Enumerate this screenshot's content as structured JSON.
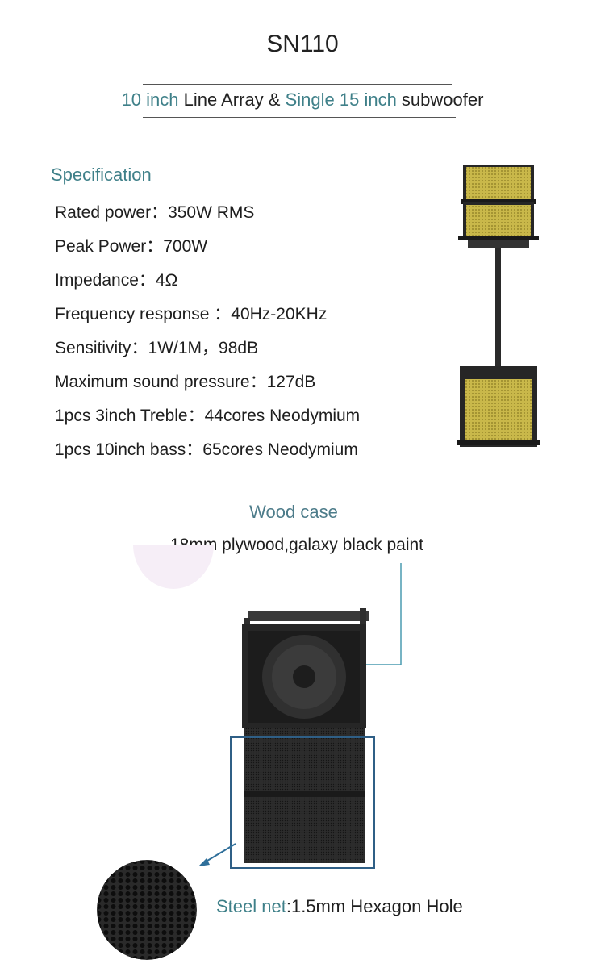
{
  "header": {
    "model": "SN110",
    "subtitle": {
      "part1": "10 inch",
      "part2": " Line Array & ",
      "part3": "Single 15 inch",
      "part4": " subwoofer"
    }
  },
  "specification": {
    "heading": "Specification",
    "items": [
      "Rated power：350W RMS",
      "Peak Power：700W",
      "Impedance：4Ω",
      "Frequency response ：40Hz-20KHz",
      "Sensitivity：1W/1M，98dB",
      "Maximum sound pressure：127dB",
      "1pcs 3inch Treble：44cores Neodymium",
      "1pcs 10inch bass：65cores Neodymium"
    ]
  },
  "wood_case": {
    "heading": "Wood case",
    "description": "18mm plywood,galaxy black paint"
  },
  "steel_net": {
    "label_accent": "Steel net",
    "label_rest": ":1.5mm Hexagon Hole"
  },
  "colors": {
    "accent_teal": "#3f8089",
    "grille_gold": "#c9b84a",
    "cabinet_black": "#262626",
    "callout_line": "#4a9bb0",
    "callout_box": "#2f5f86"
  },
  "icons": {
    "product_photo_top": "line-array-on-subwoofer-image",
    "product_photo_bottom": "speaker-cabinet-image",
    "grille_closeup": "hexagon-mesh-image"
  }
}
